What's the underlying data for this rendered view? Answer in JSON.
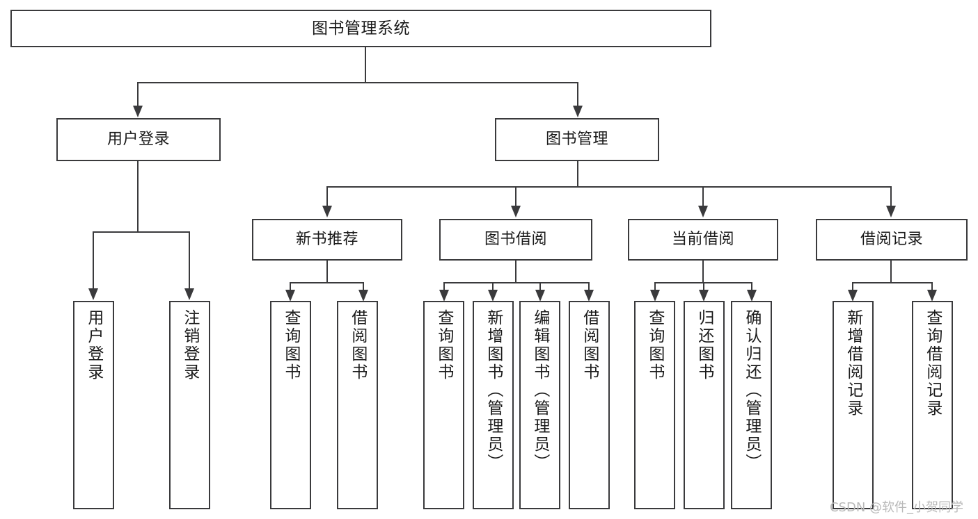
{
  "diagram": {
    "title": "图书管理系统",
    "type": "tree",
    "root": {
      "label": "图书管理系统"
    },
    "level2": [
      {
        "label": "用户登录"
      },
      {
        "label": "图书管理"
      }
    ],
    "level3": [
      {
        "label": "新书推荐"
      },
      {
        "label": "图书借阅"
      },
      {
        "label": "当前借阅"
      },
      {
        "label": "借阅记录"
      }
    ],
    "leaves": {
      "user_login": [
        {
          "label": "用户登录"
        },
        {
          "label": "注销登录"
        }
      ],
      "new_book_recommend": [
        {
          "label": "查询图书"
        },
        {
          "label": "借阅图书"
        }
      ],
      "book_borrow": [
        {
          "label": "查询图书"
        },
        {
          "label": "新增图书（管理员）"
        },
        {
          "label": "编辑图书（管理员）"
        },
        {
          "label": "借阅图书"
        }
      ],
      "current_borrow": [
        {
          "label": "查询图书"
        },
        {
          "label": "归还图书"
        },
        {
          "label": "确认归还（管理员）"
        }
      ],
      "borrow_record": [
        {
          "label": "新增借阅记录"
        },
        {
          "label": "查询借阅记录"
        }
      ]
    }
  },
  "watermark": {
    "text": "CSDN @软件_小贺同学"
  },
  "colors": {
    "stroke": "#3a3a3c",
    "text": "#1a1a1a",
    "background": "#ffffff",
    "watermark": "#b9b9b9"
  }
}
